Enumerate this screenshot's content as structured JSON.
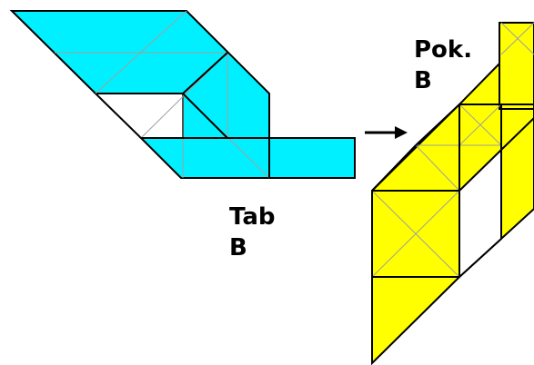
{
  "labels": {
    "tab_line1": "Tab",
    "tab_line2": "B",
    "pok_line1": "Pok.",
    "pok_line2": "B"
  },
  "colors": {
    "cyan": "#00f0ff",
    "yellow": "#ffff00",
    "outline": "#000000",
    "crease": "#a0a0a0",
    "paper": "#ffffff"
  },
  "icons": [
    "right-arrow-icon"
  ]
}
